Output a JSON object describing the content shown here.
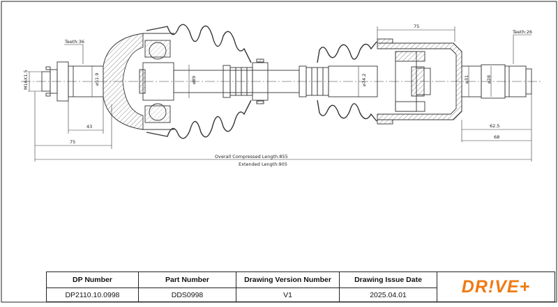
{
  "drawing": {
    "teeth_left": "Teeth:36",
    "teeth_right": "Teeth:26",
    "thread": "M16X1.5",
    "dia_51_9": "⌀51.9",
    "dia_89": "⌀89",
    "dia_74_2": "⌀74.2",
    "dia_31": "⌀31",
    "dia_28": "⌀28",
    "dim_75_top": "75",
    "dim_43": "43",
    "dim_75_bottom": "75",
    "dim_62_5": "62.5",
    "dim_68": "68",
    "overall_length": "Overall  Compressed  Length:855",
    "extended_length": "Extended  Length:905"
  },
  "title_block": {
    "headers": [
      "DP Number",
      "Part Number",
      "Drawing Version Number",
      "Drawing Issue Date"
    ],
    "values": [
      "DP2110.10.0998",
      "DDS0998",
      "V1",
      "2025.04.01"
    ],
    "logo_text": "DR!VE+"
  },
  "colors": {
    "line": "#333333",
    "hatch": "#555555",
    "logo": "#f07a12"
  }
}
